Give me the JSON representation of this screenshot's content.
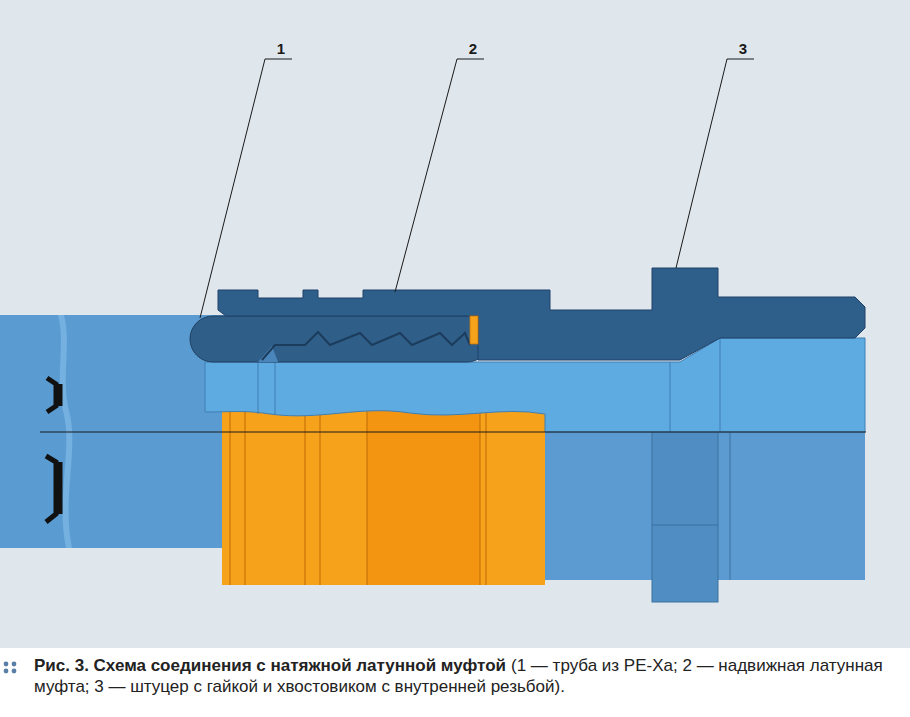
{
  "diagram": {
    "title": "Рис. 3. Схема соединения с натяжной латунной муфтой",
    "caption": "(1 — труба из PE-Xa; 2 — надвижная латунная муфта; 3 — штуцер с гайкой и хвостовиком с внутренней резьбой).",
    "labels": [
      "1",
      "2",
      "3"
    ]
  }
}
